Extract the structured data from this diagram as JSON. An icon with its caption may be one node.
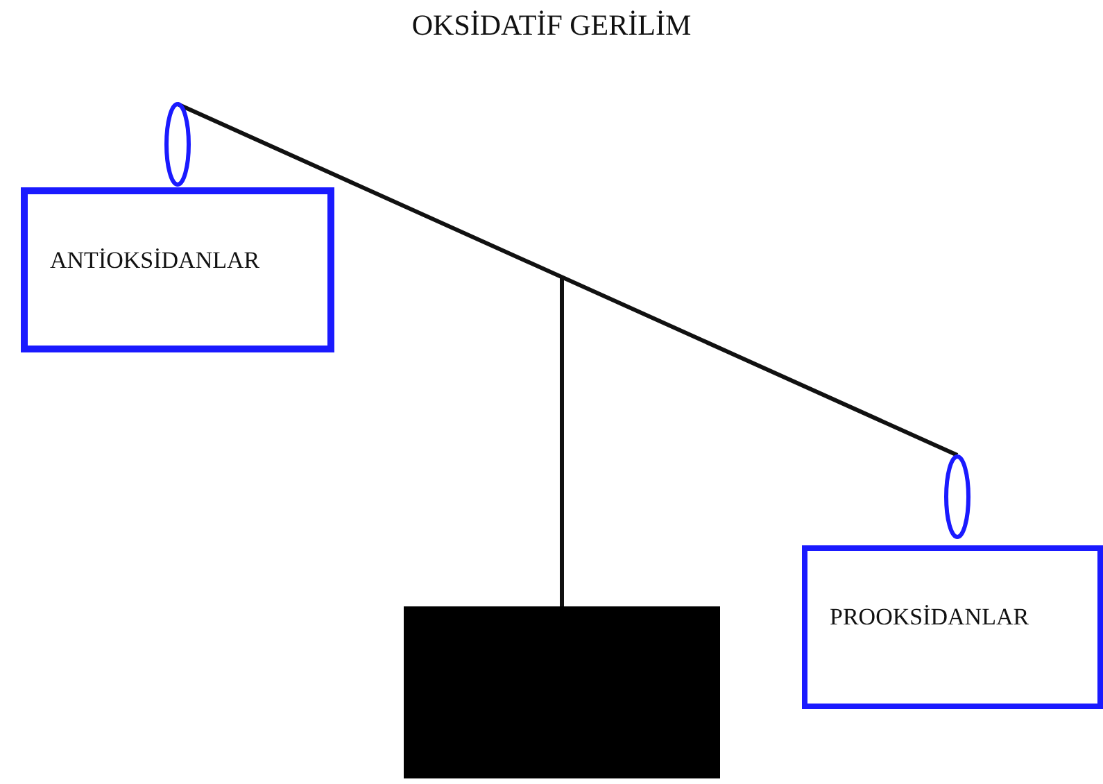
{
  "diagram": {
    "title": "OKSİDATİF GERİLİM",
    "nodes": [
      {
        "text": [
          "ANTİOKSİDANLAR"
        ]
      },
      {
        "text": [
          "PROOKSİDANLAR"
        ]
      },
      {
        "text": [],
        "shape": "box"
      }
    ]
  }
}
